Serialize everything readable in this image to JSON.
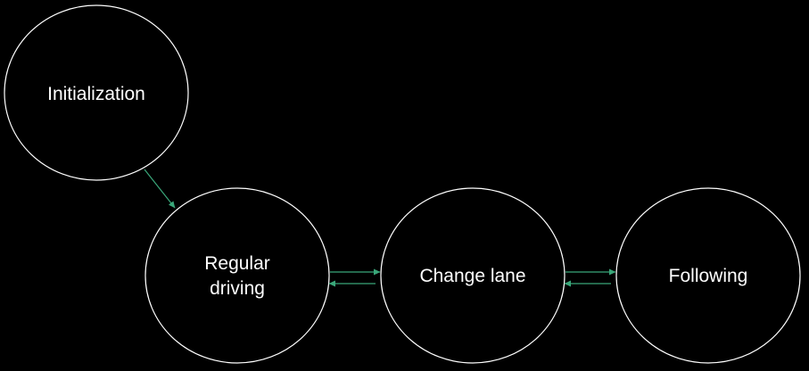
{
  "diagram": {
    "colors": {
      "background": "#000000",
      "node_stroke": "#ffffff",
      "node_fill": "#000000",
      "node_text": "#ffffff",
      "arrow": "#3aa77a"
    },
    "nodes": {
      "initialization": {
        "line1": "Initialization"
      },
      "regular_driving": {
        "line1": "Regular",
        "line2": "driving"
      },
      "change_lane": {
        "line1": "Change lane"
      },
      "following": {
        "line1": "Following"
      }
    }
  }
}
